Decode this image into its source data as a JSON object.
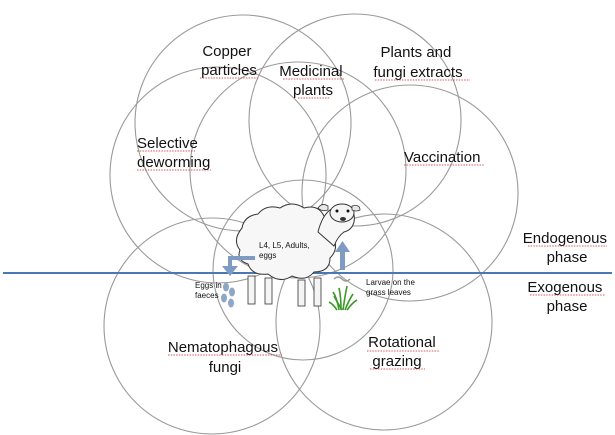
{
  "labels": {
    "copper": [
      "Copper",
      "particles"
    ],
    "medicinal": [
      "Medicinal",
      "plants"
    ],
    "plants_fungi": [
      "Plants and",
      "fungi extracts"
    ],
    "selective": [
      "Selective",
      "deworming"
    ],
    "vaccination": "Vaccination",
    "nematophagous": [
      "Nematophagous",
      "fungi"
    ],
    "rotational": [
      "Rotational",
      "grazing"
    ],
    "endogenous": [
      "Endogenous",
      "phase"
    ],
    "exogenous": [
      "Exogenous",
      "phase"
    ],
    "stages": [
      "L4, L5, Adults,",
      "eggs"
    ],
    "eggs": [
      "Eggs in",
      "faeces"
    ],
    "larvae": [
      "Larvae on the",
      "grass leaves"
    ]
  },
  "colors": {
    "circle_stroke": "#9a9a9a",
    "phase_line": "#4a78b5",
    "arrow": "#7f9bc4",
    "egg": "#8ea7c9",
    "grass": "#3a9a2a"
  }
}
